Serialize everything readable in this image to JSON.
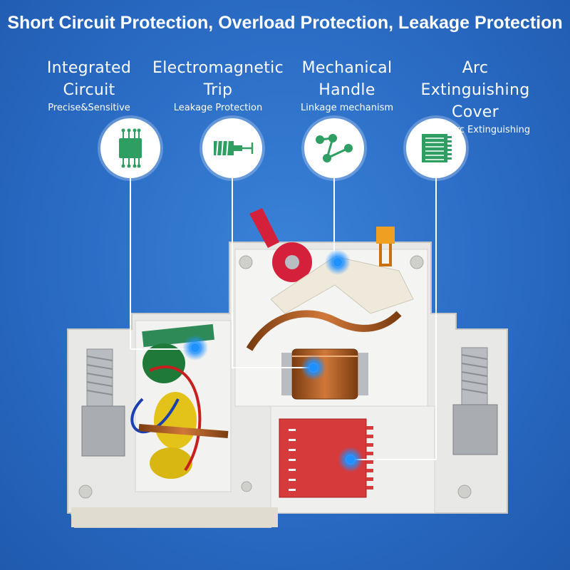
{
  "headline": "Short Circuit Protection, Overload Protection, Leakage Protection",
  "features": [
    {
      "line1": "Integrated",
      "line2": "Circuit",
      "sub": "Precise&Sensitive",
      "icon": "chip-icon"
    },
    {
      "line1": "Electromagnetic",
      "line2": "Trip",
      "sub": "Leakage Protection",
      "icon": "solenoid-icon"
    },
    {
      "line1": "Mechanical",
      "line2": "Handle",
      "sub": "Linkage mechanism",
      "icon": "linkage-icon"
    },
    {
      "line1": "Arc Extinguishing",
      "line2": "Cover",
      "sub": "Rapid Arc Extinguishing",
      "icon": "arc-chute-icon"
    }
  ],
  "colors": {
    "background": "#2a6bc4",
    "icon_green": "#2e9e62",
    "accent_line": "#ffffff",
    "hotspot": "#1e90ff"
  }
}
